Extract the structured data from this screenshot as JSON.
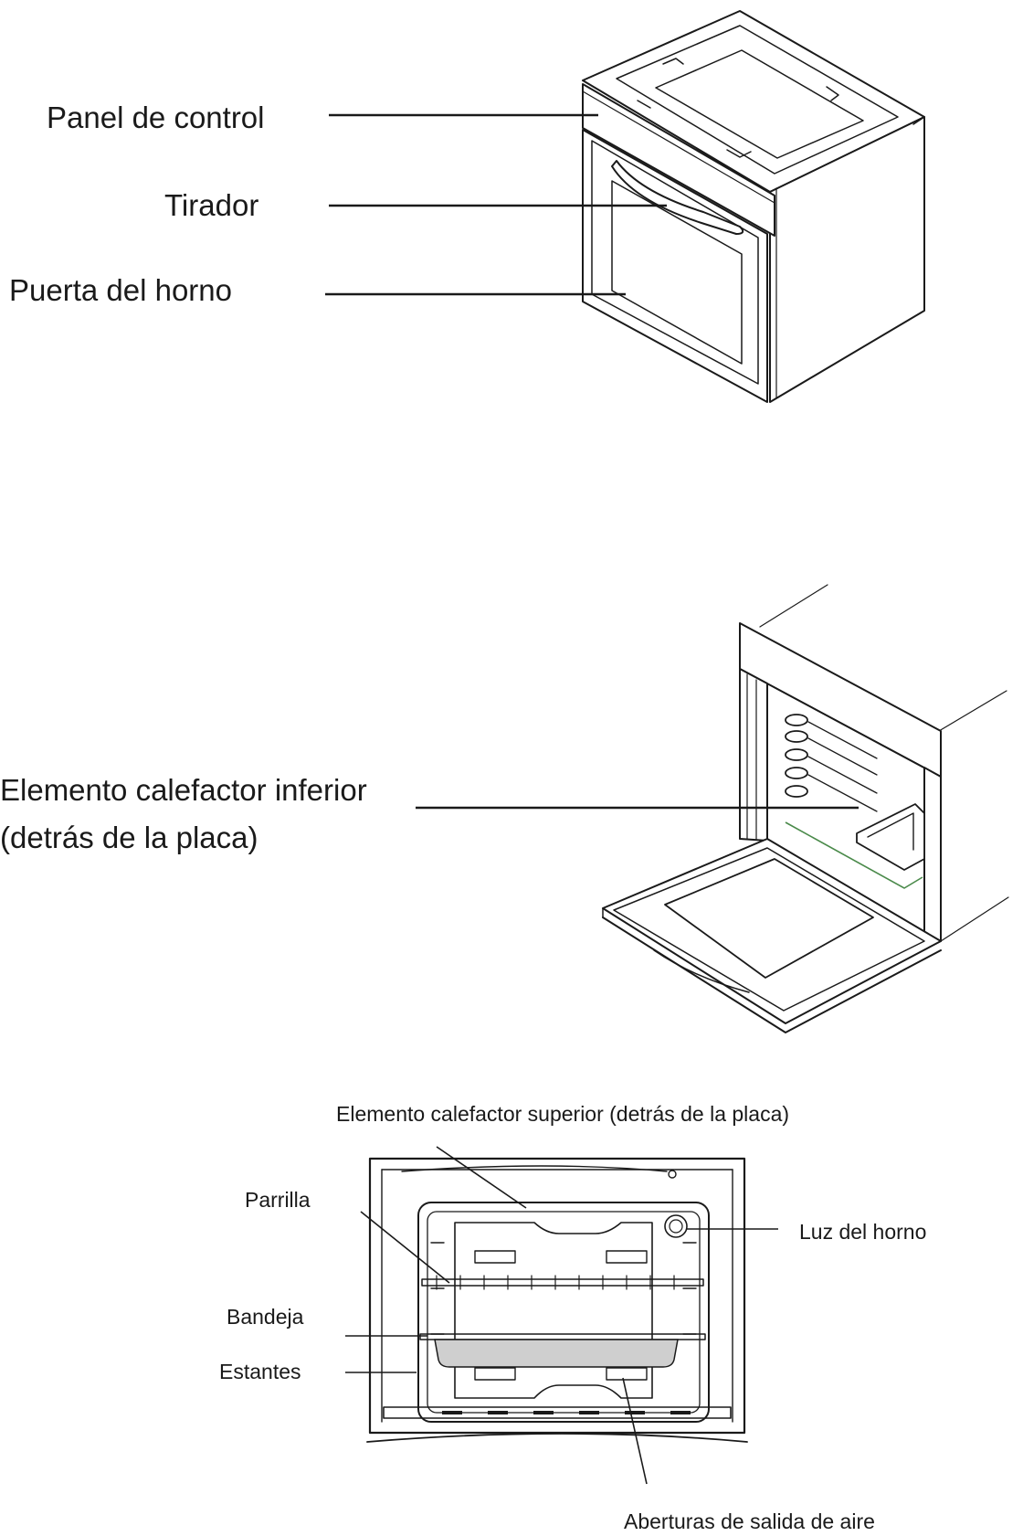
{
  "figure1": {
    "labels": {
      "control_panel": "Panel de control",
      "handle": "Tirador",
      "door": "Puerta del horno"
    }
  },
  "figure2": {
    "labels": {
      "bottom_element_line1": "Elemento calefactor inferior",
      "bottom_element_line2": "(detrás de la placa)"
    }
  },
  "figure3": {
    "labels": {
      "top_element": "Elemento calefactor superior (detrás de la placa)",
      "grill": "Parrilla",
      "oven_light": "Luz del horno",
      "tray": "Bandeja",
      "shelves": "Estantes",
      "air_vents": "Aberturas de salida de aire"
    }
  },
  "colors": {
    "line": "#1a1a1a",
    "tray_fill": "#cfcfcf",
    "element_green": "#4a8a4a"
  }
}
